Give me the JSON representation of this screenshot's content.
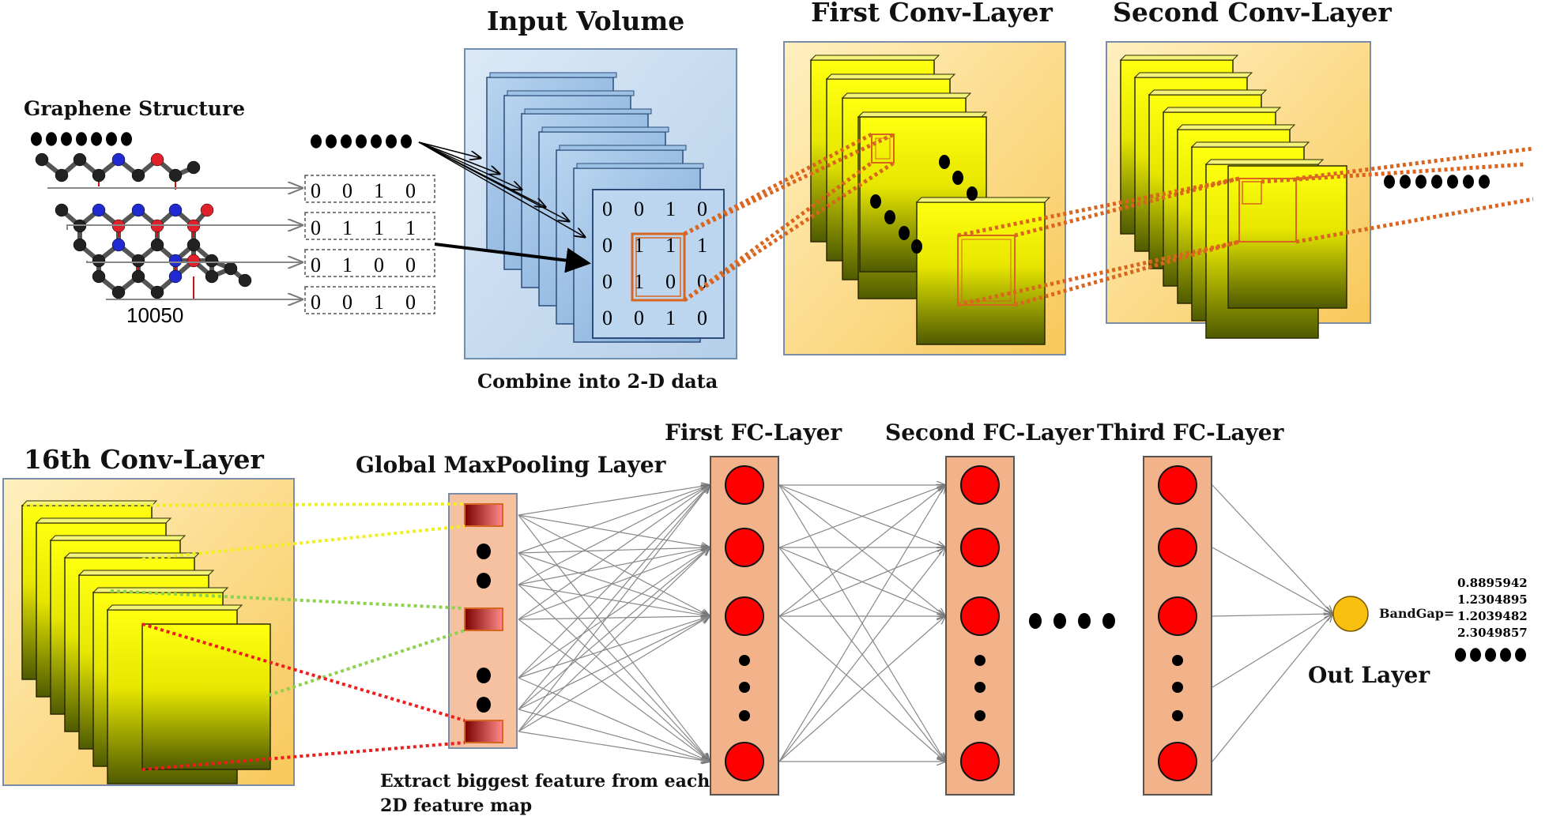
{
  "diagram": {
    "labels": {
      "graphene_structure": "Graphene Structure",
      "input_volume": "Input Volume",
      "first_conv": "First Conv-Layer",
      "second_conv": "Second Conv-Layer",
      "combine": "Combine into 2-D data",
      "conv16": "16th Conv-Layer",
      "global_maxpool": "Global MaxPooling Layer",
      "first_fc": "First FC-Layer",
      "second_fc": "Second FC-Layer",
      "third_fc": "Third FC-Layer",
      "out_layer": "Out Layer",
      "extract_line1": "Extract biggest feature from each",
      "extract_line2": "2D feature map",
      "bandgap": "BandGap=",
      "structure_id": "10050"
    },
    "binary_rows": [
      [
        "0",
        "0",
        "1",
        "0"
      ],
      [
        "0",
        "1",
        "1",
        "1"
      ],
      [
        "0",
        "1",
        "0",
        "0"
      ],
      [
        "0",
        "0",
        "1",
        "0"
      ]
    ],
    "input_matrix": [
      [
        "0",
        "0",
        "1",
        "0"
      ],
      [
        "0",
        "1",
        "1",
        "1"
      ],
      [
        "0",
        "1",
        "0",
        "0"
      ],
      [
        "0",
        "0",
        "1",
        "0"
      ]
    ],
    "bandgap_values": [
      "0.8895942",
      "1.2304895",
      "1.2039482",
      "2.3049857"
    ],
    "colors": {
      "input_panel": "#c6dcf0",
      "conv_panel": "#fde3a0",
      "fc_column": "#f2b28a",
      "neuron": "#ff0000",
      "output_neuron": "#f8c20a",
      "feature_map_top": "#ffff00",
      "feature_map_bottom": "#5a6a00",
      "dotted_orange": "#d9651f"
    }
  }
}
